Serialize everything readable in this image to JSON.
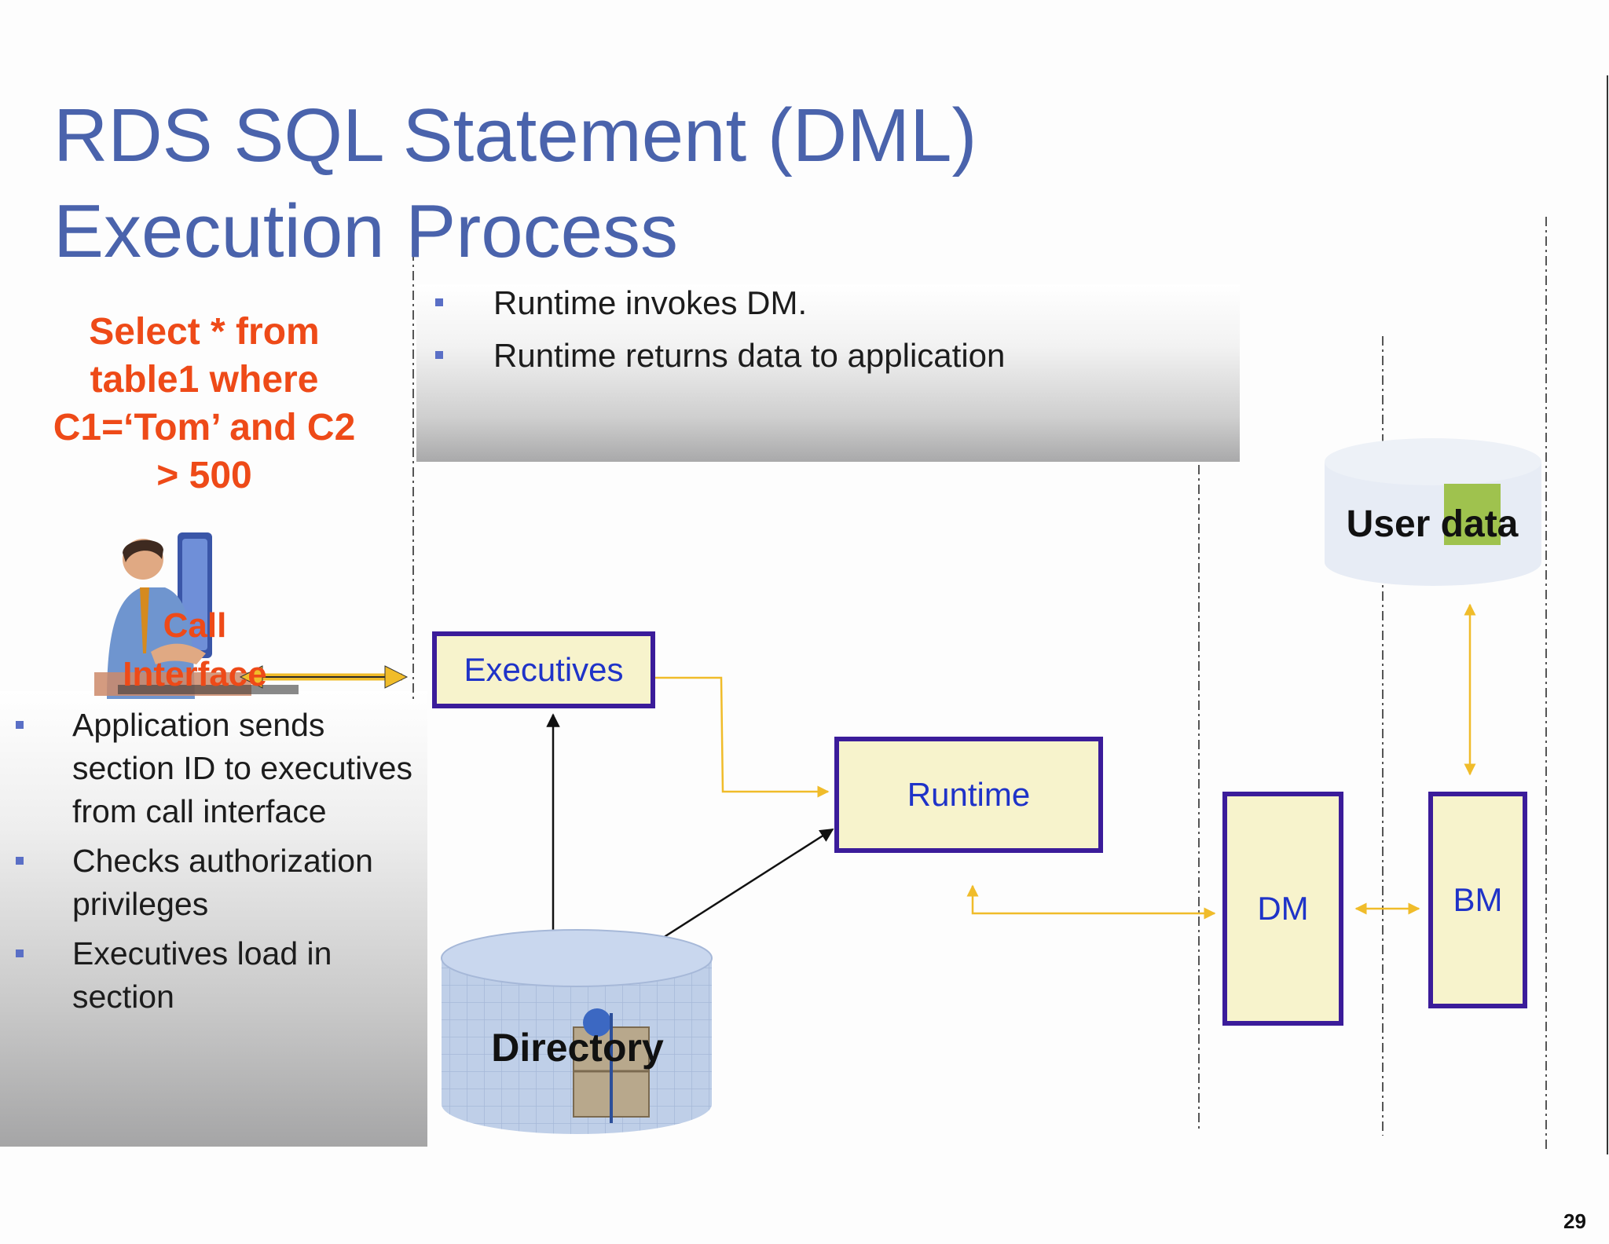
{
  "slide": {
    "title_lines": [
      "RDS SQL Statement (DML)",
      "Execution Process"
    ],
    "query_lines": [
      "Select * from",
      "table1 where",
      "C1=‘Tom’ and C2",
      "> 500"
    ],
    "call_interface_lines": [
      "Call",
      "Interface"
    ],
    "top_bullets": [
      "Runtime invokes DM.",
      "Runtime returns data to application"
    ],
    "left_bullets": [
      "Application sends section ID to executives from call interface",
      "Checks authorization privileges",
      "Executives load in section"
    ],
    "boxes": {
      "executives": "Executives",
      "runtime": "Runtime",
      "dm": "DM",
      "bm": "BM"
    },
    "databases": {
      "directory": "Directory",
      "user_data": "User data"
    },
    "page_number": "29"
  },
  "colors": {
    "title": "#4a63ac",
    "query_text": "#ee4a18",
    "box_fill": "#f7f3cc",
    "box_border": "#3b1c9a",
    "box_text": "#1f33c8",
    "flow_arrow": "#f0bc2a",
    "bullet": "#5a6fc6",
    "database_fill": "#bfcfe8"
  }
}
